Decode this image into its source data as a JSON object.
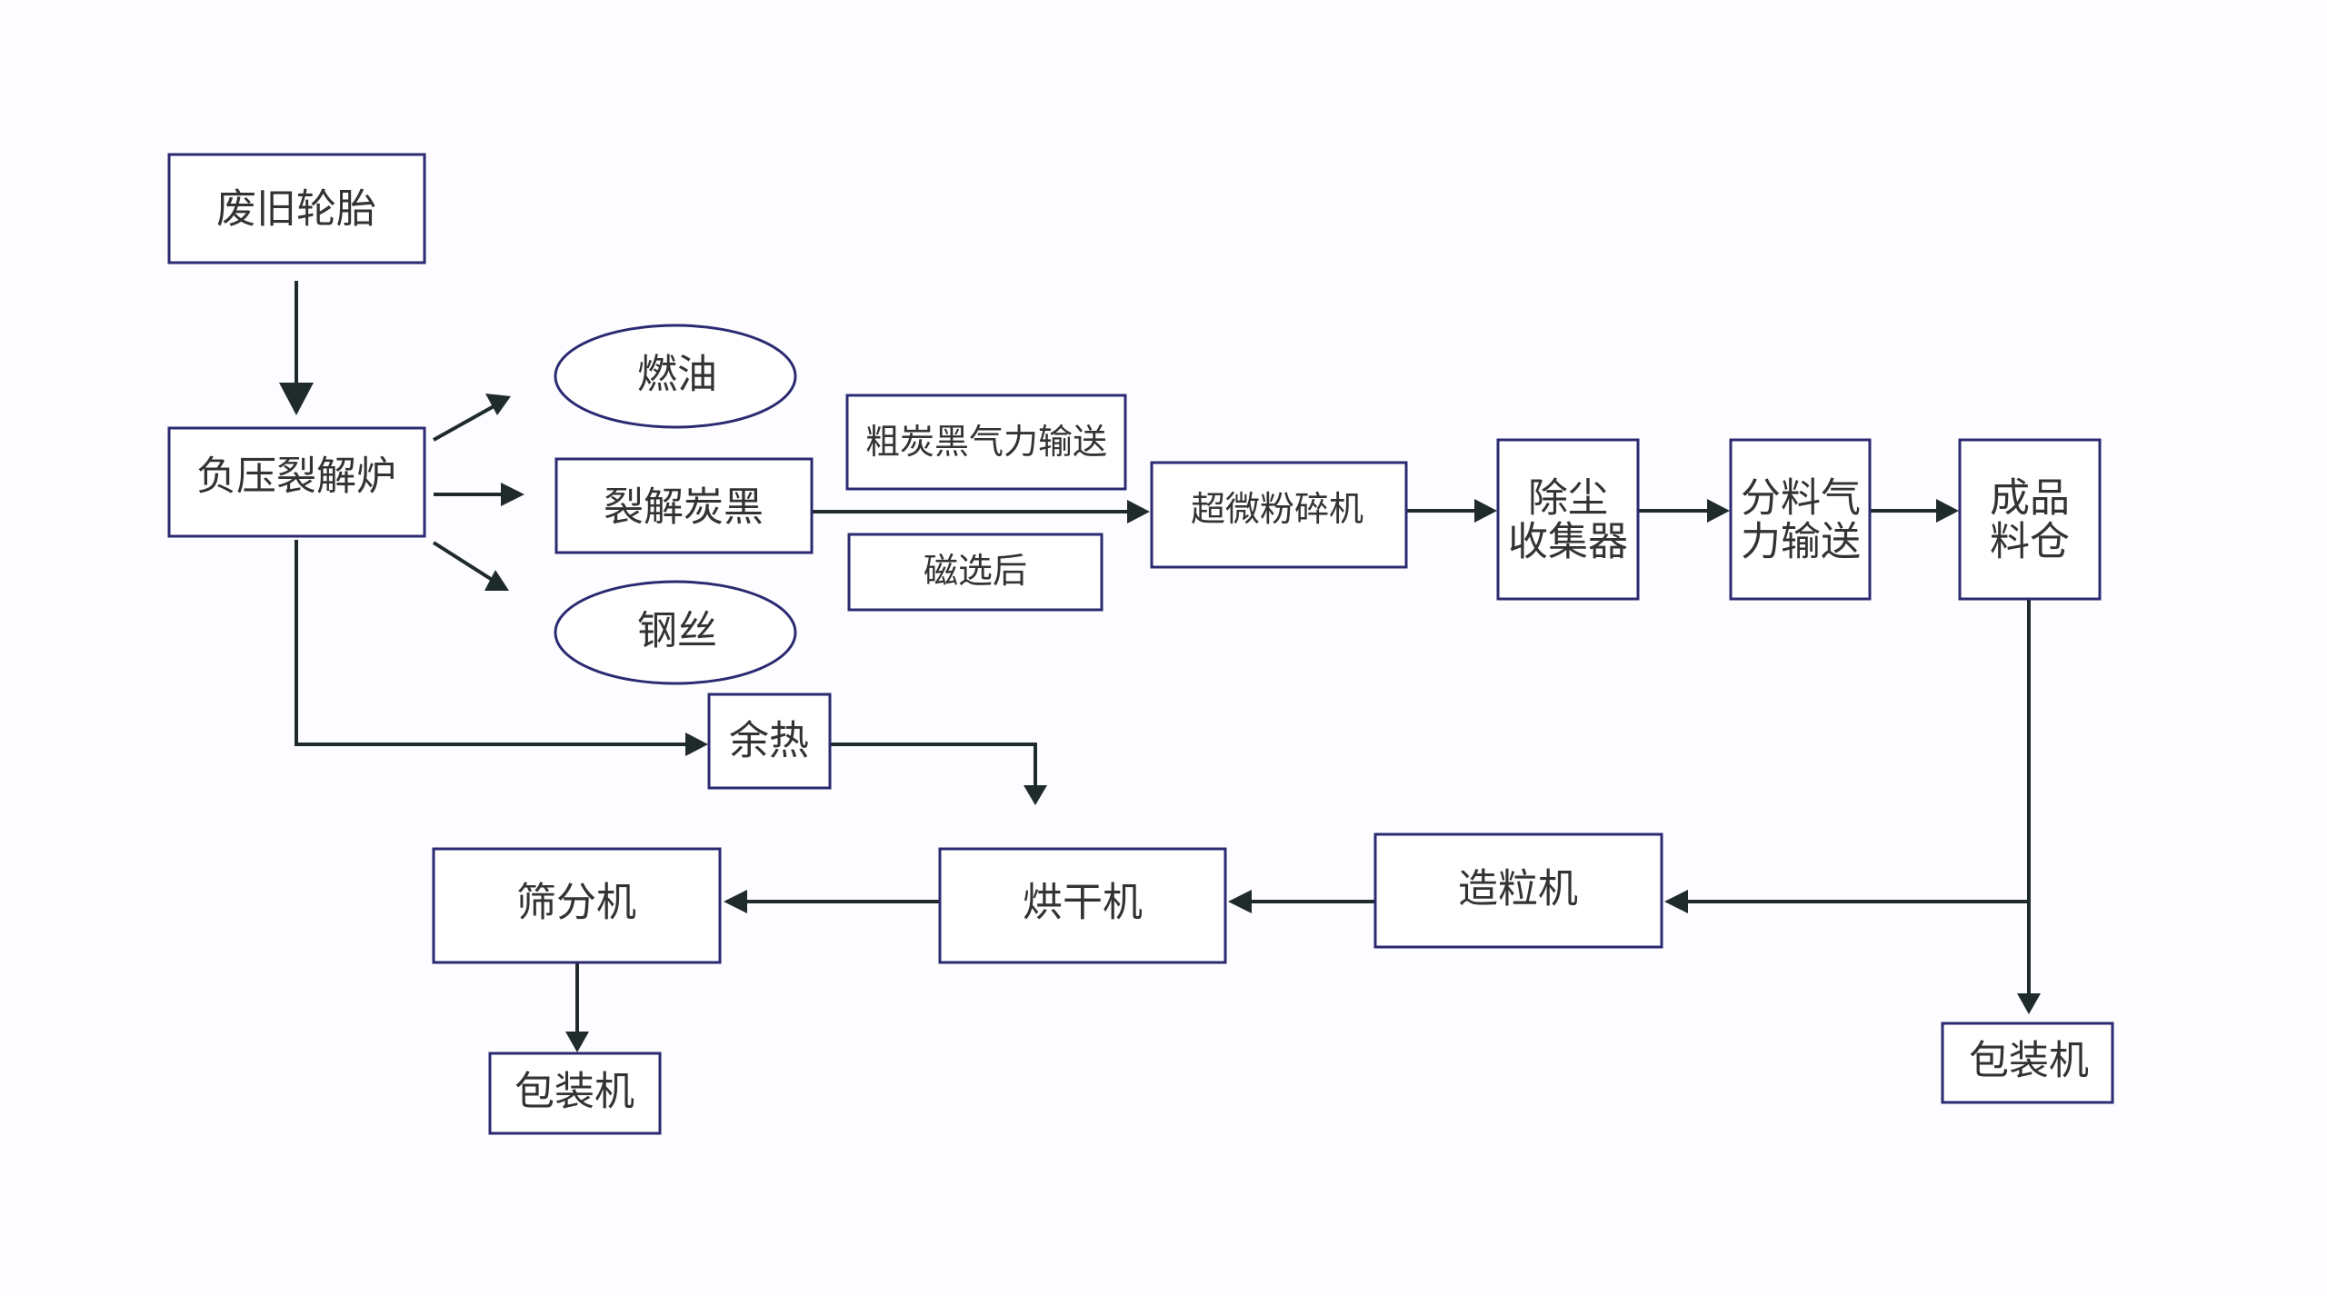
{
  "diagram": {
    "title": "废旧轮胎裂解炭黑生产工艺流程",
    "colors": {
      "node_border": "#2b2a72",
      "node_fill": "#ffffff",
      "text": "#333333",
      "arrow": "#1f2b2b",
      "background": "#fdfcfe"
    },
    "nodes": [
      {
        "id": "waste_tire",
        "shape": "rect",
        "lines": [
          "废旧轮胎"
        ]
      },
      {
        "id": "pyrolysis_furnace",
        "shape": "rect",
        "lines": [
          "负压裂解炉"
        ]
      },
      {
        "id": "fuel_oil",
        "shape": "ellipse",
        "lines": [
          "燃油"
        ]
      },
      {
        "id": "pyrolysis_carbon_black",
        "shape": "rect",
        "lines": [
          "裂解炭黑"
        ]
      },
      {
        "id": "steel_wire",
        "shape": "ellipse",
        "lines": [
          "钢丝"
        ]
      },
      {
        "id": "crude_cb_conveying",
        "shape": "rect",
        "lines": [
          "粗炭黑气力输送"
        ],
        "note": true
      },
      {
        "id": "after_magnetic_sep",
        "shape": "rect",
        "lines": [
          "磁选后"
        ],
        "note": true
      },
      {
        "id": "ultrafine_mill",
        "shape": "rect",
        "lines": [
          "超微粉碎机"
        ]
      },
      {
        "id": "dust_collector",
        "shape": "rect",
        "lines": [
          "除尘",
          "收集器"
        ]
      },
      {
        "id": "pneumatic_conveying",
        "shape": "rect",
        "lines": [
          "分料气",
          "力输送"
        ]
      },
      {
        "id": "product_silo",
        "shape": "rect",
        "lines": [
          "成品",
          "料仓"
        ]
      },
      {
        "id": "waste_heat",
        "shape": "rect",
        "lines": [
          "余热"
        ]
      },
      {
        "id": "granulator",
        "shape": "rect",
        "lines": [
          "造粒机"
        ]
      },
      {
        "id": "dryer",
        "shape": "rect",
        "lines": [
          "烘干机"
        ]
      },
      {
        "id": "screening_machine",
        "shape": "rect",
        "lines": [
          "筛分机"
        ]
      },
      {
        "id": "packing_machine_left",
        "shape": "rect",
        "lines": [
          "包装机"
        ]
      },
      {
        "id": "packing_machine_right",
        "shape": "rect",
        "lines": [
          "包装机"
        ]
      }
    ],
    "edges": [
      {
        "from": "waste_tire",
        "to": "pyrolysis_furnace"
      },
      {
        "from": "pyrolysis_furnace",
        "to": "fuel_oil"
      },
      {
        "from": "pyrolysis_furnace",
        "to": "pyrolysis_carbon_black"
      },
      {
        "from": "pyrolysis_furnace",
        "to": "steel_wire"
      },
      {
        "from": "pyrolysis_carbon_black",
        "to": "ultrafine_mill"
      },
      {
        "from": "ultrafine_mill",
        "to": "dust_collector"
      },
      {
        "from": "dust_collector",
        "to": "pneumatic_conveying"
      },
      {
        "from": "pneumatic_conveying",
        "to": "product_silo"
      },
      {
        "from": "product_silo",
        "to": "granulator"
      },
      {
        "from": "product_silo",
        "to": "packing_machine_right"
      },
      {
        "from": "granulator",
        "to": "dryer"
      },
      {
        "from": "dryer",
        "to": "screening_machine"
      },
      {
        "from": "screening_machine",
        "to": "packing_machine_left"
      },
      {
        "from": "pyrolysis_furnace",
        "to": "waste_heat"
      },
      {
        "from": "waste_heat",
        "to": "dryer"
      }
    ]
  }
}
